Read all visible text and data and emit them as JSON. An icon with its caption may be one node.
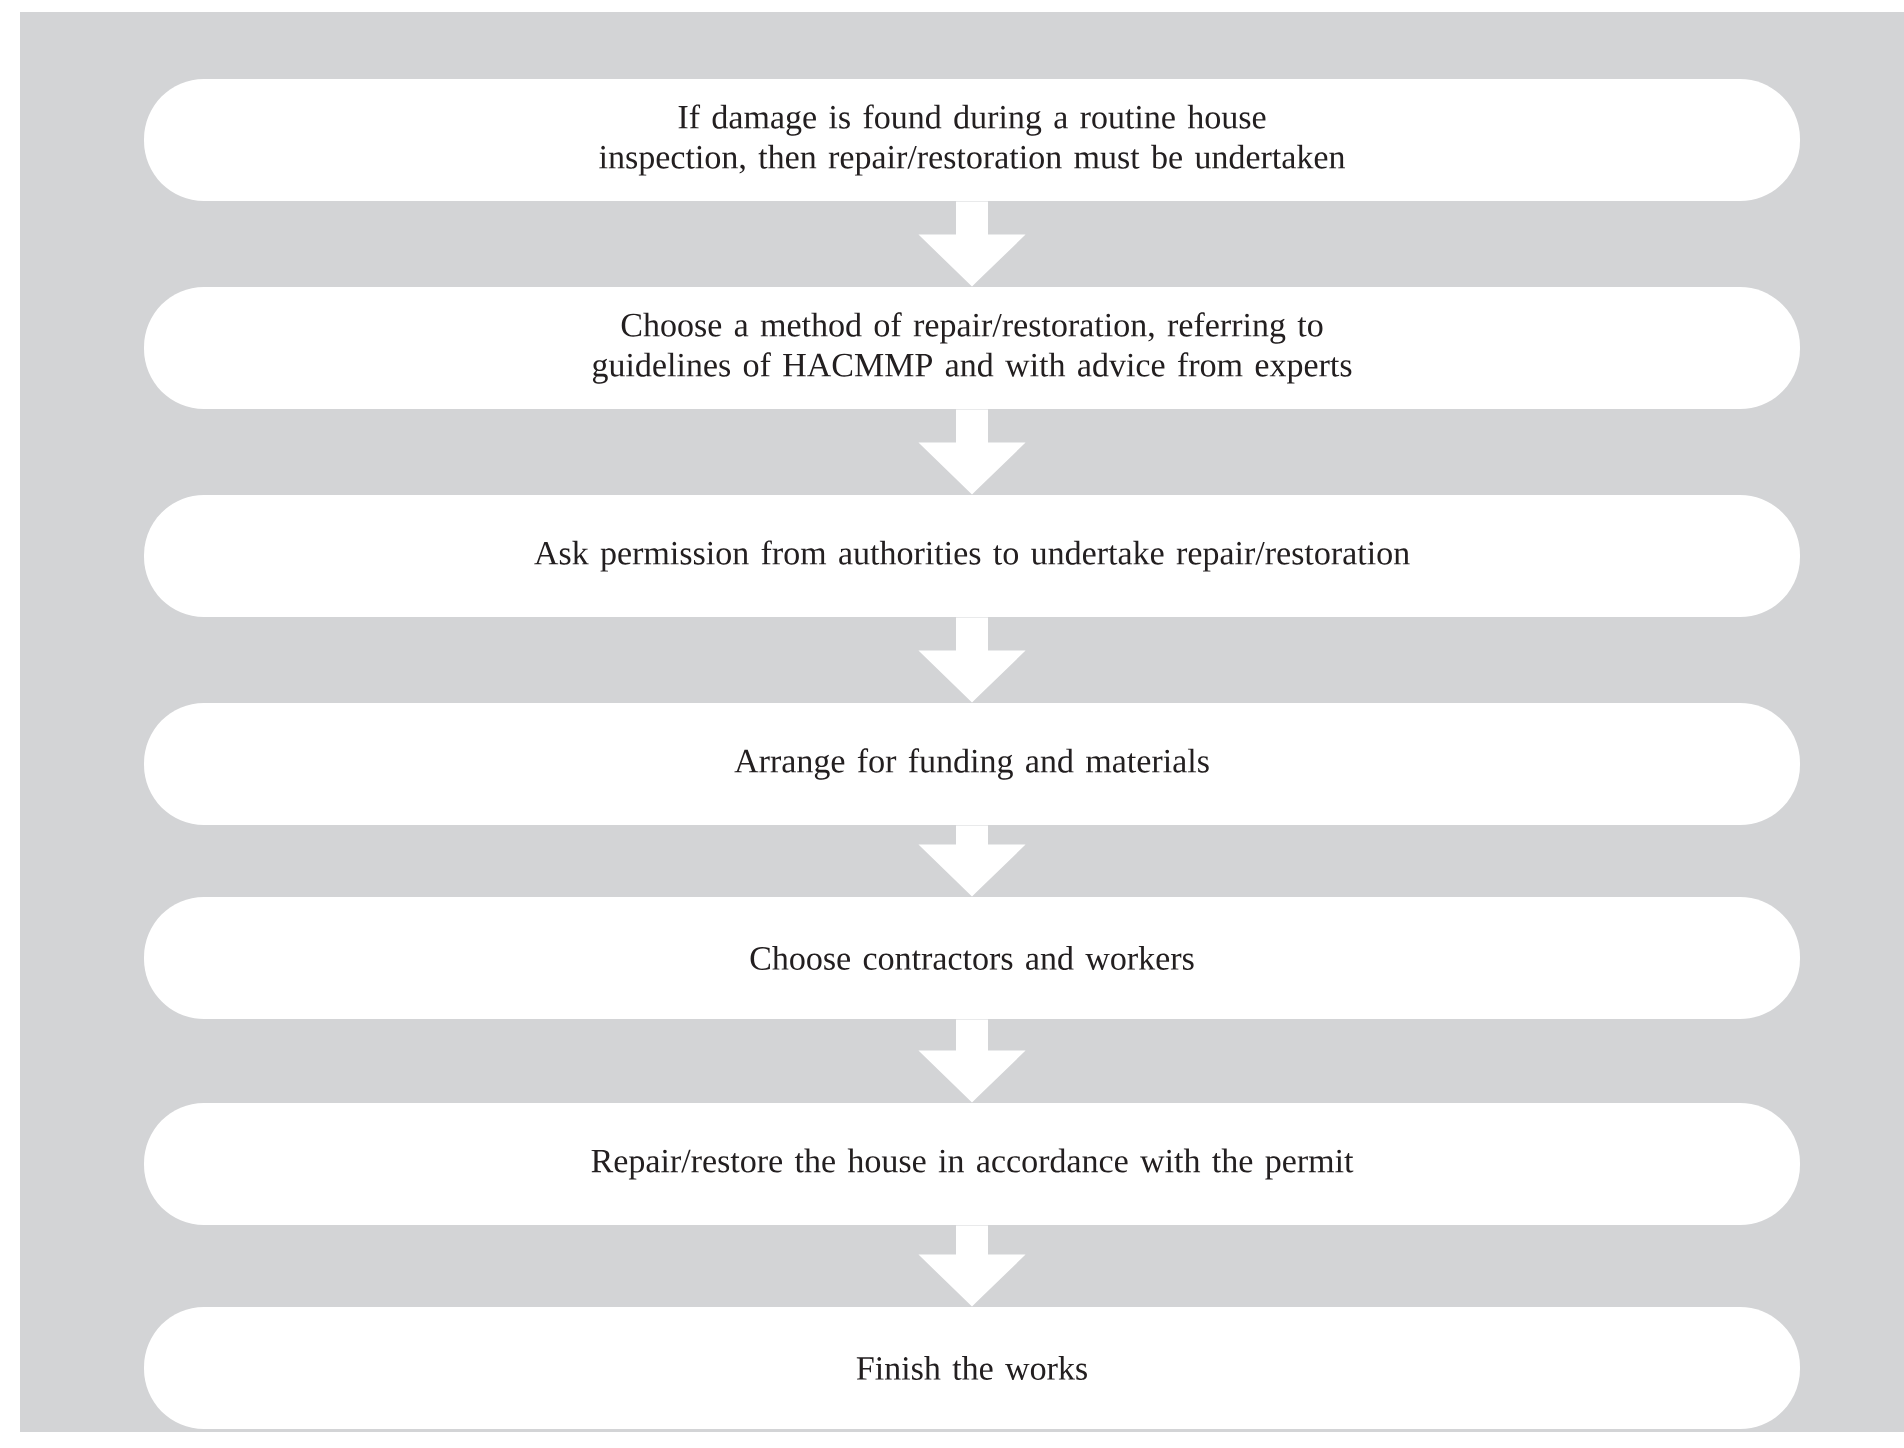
{
  "diagram": {
    "nodes": [
      {
        "text": [
          "If damage is found during a routine house inspection, then repair/restoration must be undertaken"
        ]
      },
      {
        "text": [
          "Choose a method of repair/restoration, referring to guidelines of HACMMP and with advice from experts"
        ]
      },
      {
        "text": [
          "Ask permission from authorities to undertake repair/restoration"
        ]
      },
      {
        "text": [
          "Arrange for funding and materials"
        ]
      },
      {
        "text": [
          "Choose contractors and workers"
        ]
      },
      {
        "text": [
          "Repair/restore the house in accordance with the permit"
        ]
      },
      {
        "text": [
          "Finish the works"
        ]
      }
    ],
    "edges": [
      {
        "from": 0,
        "to": 1,
        "arrow": "to"
      },
      {
        "from": 1,
        "to": 2,
        "arrow": "to"
      },
      {
        "from": 2,
        "to": 3,
        "arrow": "to"
      },
      {
        "from": 3,
        "to": 4,
        "arrow": "to"
      },
      {
        "from": 4,
        "to": 5,
        "arrow": "to"
      },
      {
        "from": 5,
        "to": 6,
        "arrow": "to"
      }
    ]
  }
}
